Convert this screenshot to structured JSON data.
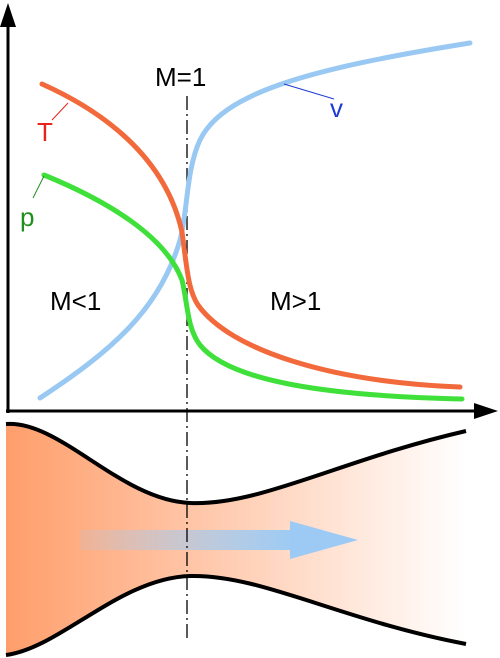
{
  "diagram": {
    "throat_label": "M=1",
    "subsonic_label": "M<1",
    "supersonic_label": "M>1",
    "curves": {
      "velocity": {
        "label": "v",
        "color": "#99c9f3",
        "label_color": "#1f3bd6"
      },
      "temperature": {
        "label": "T",
        "color": "#f26a3c",
        "label_color": "#e8231c"
      },
      "pressure": {
        "label": "p",
        "color": "#3fe03a",
        "label_color": "#1e8f1e"
      }
    },
    "nozzle": {
      "fill_color_start": "#ff9e6b",
      "fill_color_end": "#ffffff",
      "wall_color": "#000000",
      "flow_arrow_color": "#9ccaf4"
    },
    "axes_color": "#000000"
  }
}
